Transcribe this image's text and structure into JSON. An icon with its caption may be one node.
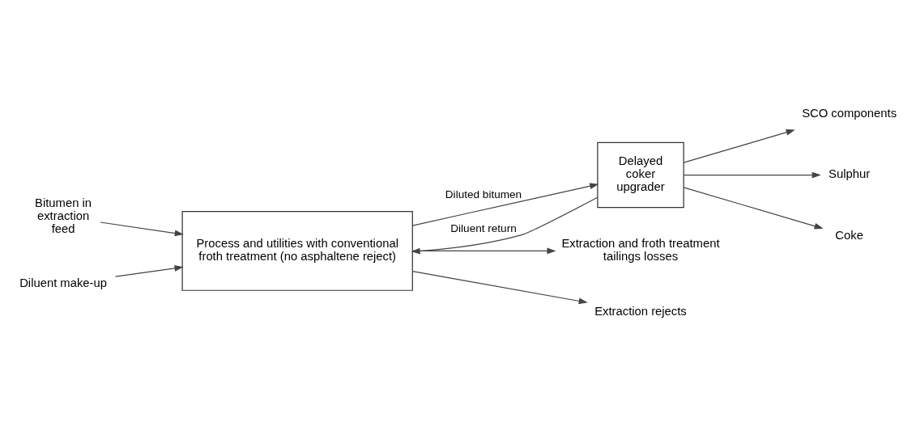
{
  "diagram": {
    "nodes": [
      {
        "text": [
          "Bitumen in extraction feed"
        ]
      },
      {
        "text": [
          "Process and utilities with conventional froth treatment (no asphaltene reject)"
        ]
      },
      {
        "text": [
          "Delayed coker upgrader"
        ]
      },
      {
        "text": [
          "Diluent make-up"
        ]
      },
      {
        "text": [
          "SCO components"
        ]
      },
      {
        "text": [
          "Sulphur"
        ]
      },
      {
        "text": [
          "Coke"
        ]
      },
      {
        "text": [
          "Extraction and froth treatment tailings losses"
        ]
      },
      {
        "text": [
          "Extraction rejects"
        ]
      }
    ],
    "edges": [
      {
        "from": 0,
        "to": 1,
        "arrow": "to"
      },
      {
        "from": 1,
        "to": 2,
        "arrow": "to",
        "label": "Diluted bitumen"
      },
      {
        "from": 2,
        "to": 1,
        "arrow": "to",
        "label": "Diluent return"
      },
      {
        "from": 3,
        "to": 1,
        "arrow": "to"
      },
      {
        "from": 2,
        "to": 4,
        "arrow": "to"
      },
      {
        "from": 2,
        "to": 5,
        "arrow": "to"
      },
      {
        "from": 2,
        "to": 6,
        "arrow": "to"
      },
      {
        "from": 1,
        "to": 7,
        "arrow": "to"
      },
      {
        "from": 1,
        "to": 8,
        "arrow": "to"
      }
    ]
  }
}
